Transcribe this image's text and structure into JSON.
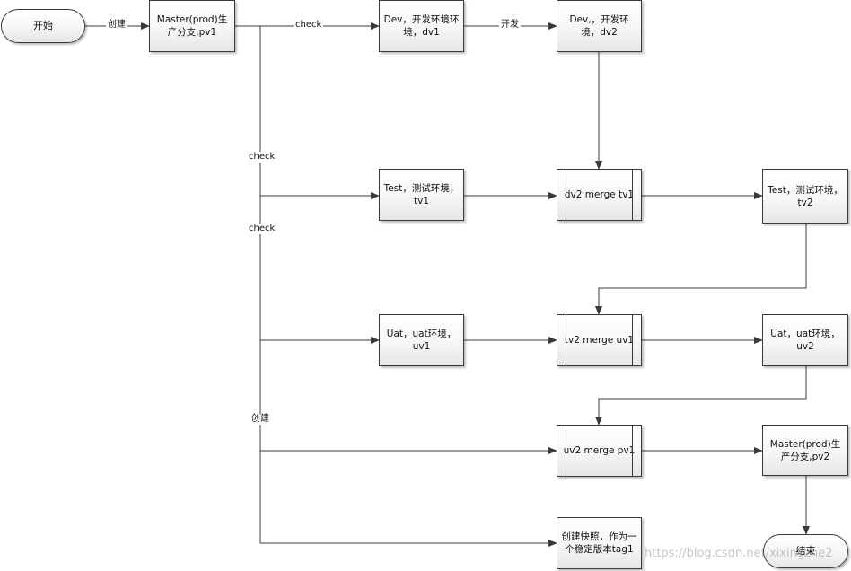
{
  "nodes": {
    "start": "开始",
    "master_pv1": "Master(prod)生产分支,pv1",
    "dev_dv1": "Dev，开发环境环境，dv1",
    "dev_dv2": "Dev,，开发环境，dv2",
    "test_tv1": "Test，测试环境，tv1",
    "merge_dv2_tv1": "dv2 merge tv1",
    "test_tv2": "Test，测试环境，tv2",
    "uat_uv1": "Uat，uat环境，uv1",
    "merge_tv2_uv1": "tv2 merge uv1",
    "uat_uv2": "Uat，uat环境，uv2",
    "merge_uv2_pv1": "uv2 merge pv1",
    "master_pv2": "Master(prod)生产分支,pv2",
    "tag_snapshot": "创建快照，作为一个稳定版本tag1",
    "end": "结束"
  },
  "edge_labels": {
    "create_1": "创建",
    "check_1": "check",
    "develop": "开发",
    "check_2": "check",
    "check_3": "check",
    "create_2": "创建"
  },
  "watermark": "https://blog.csdn.net/xixingzhe2",
  "colors": {
    "line": "#3a3a3a",
    "node_border": "#3a3a3a",
    "node_fill_top": "#ffffff",
    "node_fill_bottom": "#e6e6e6"
  }
}
